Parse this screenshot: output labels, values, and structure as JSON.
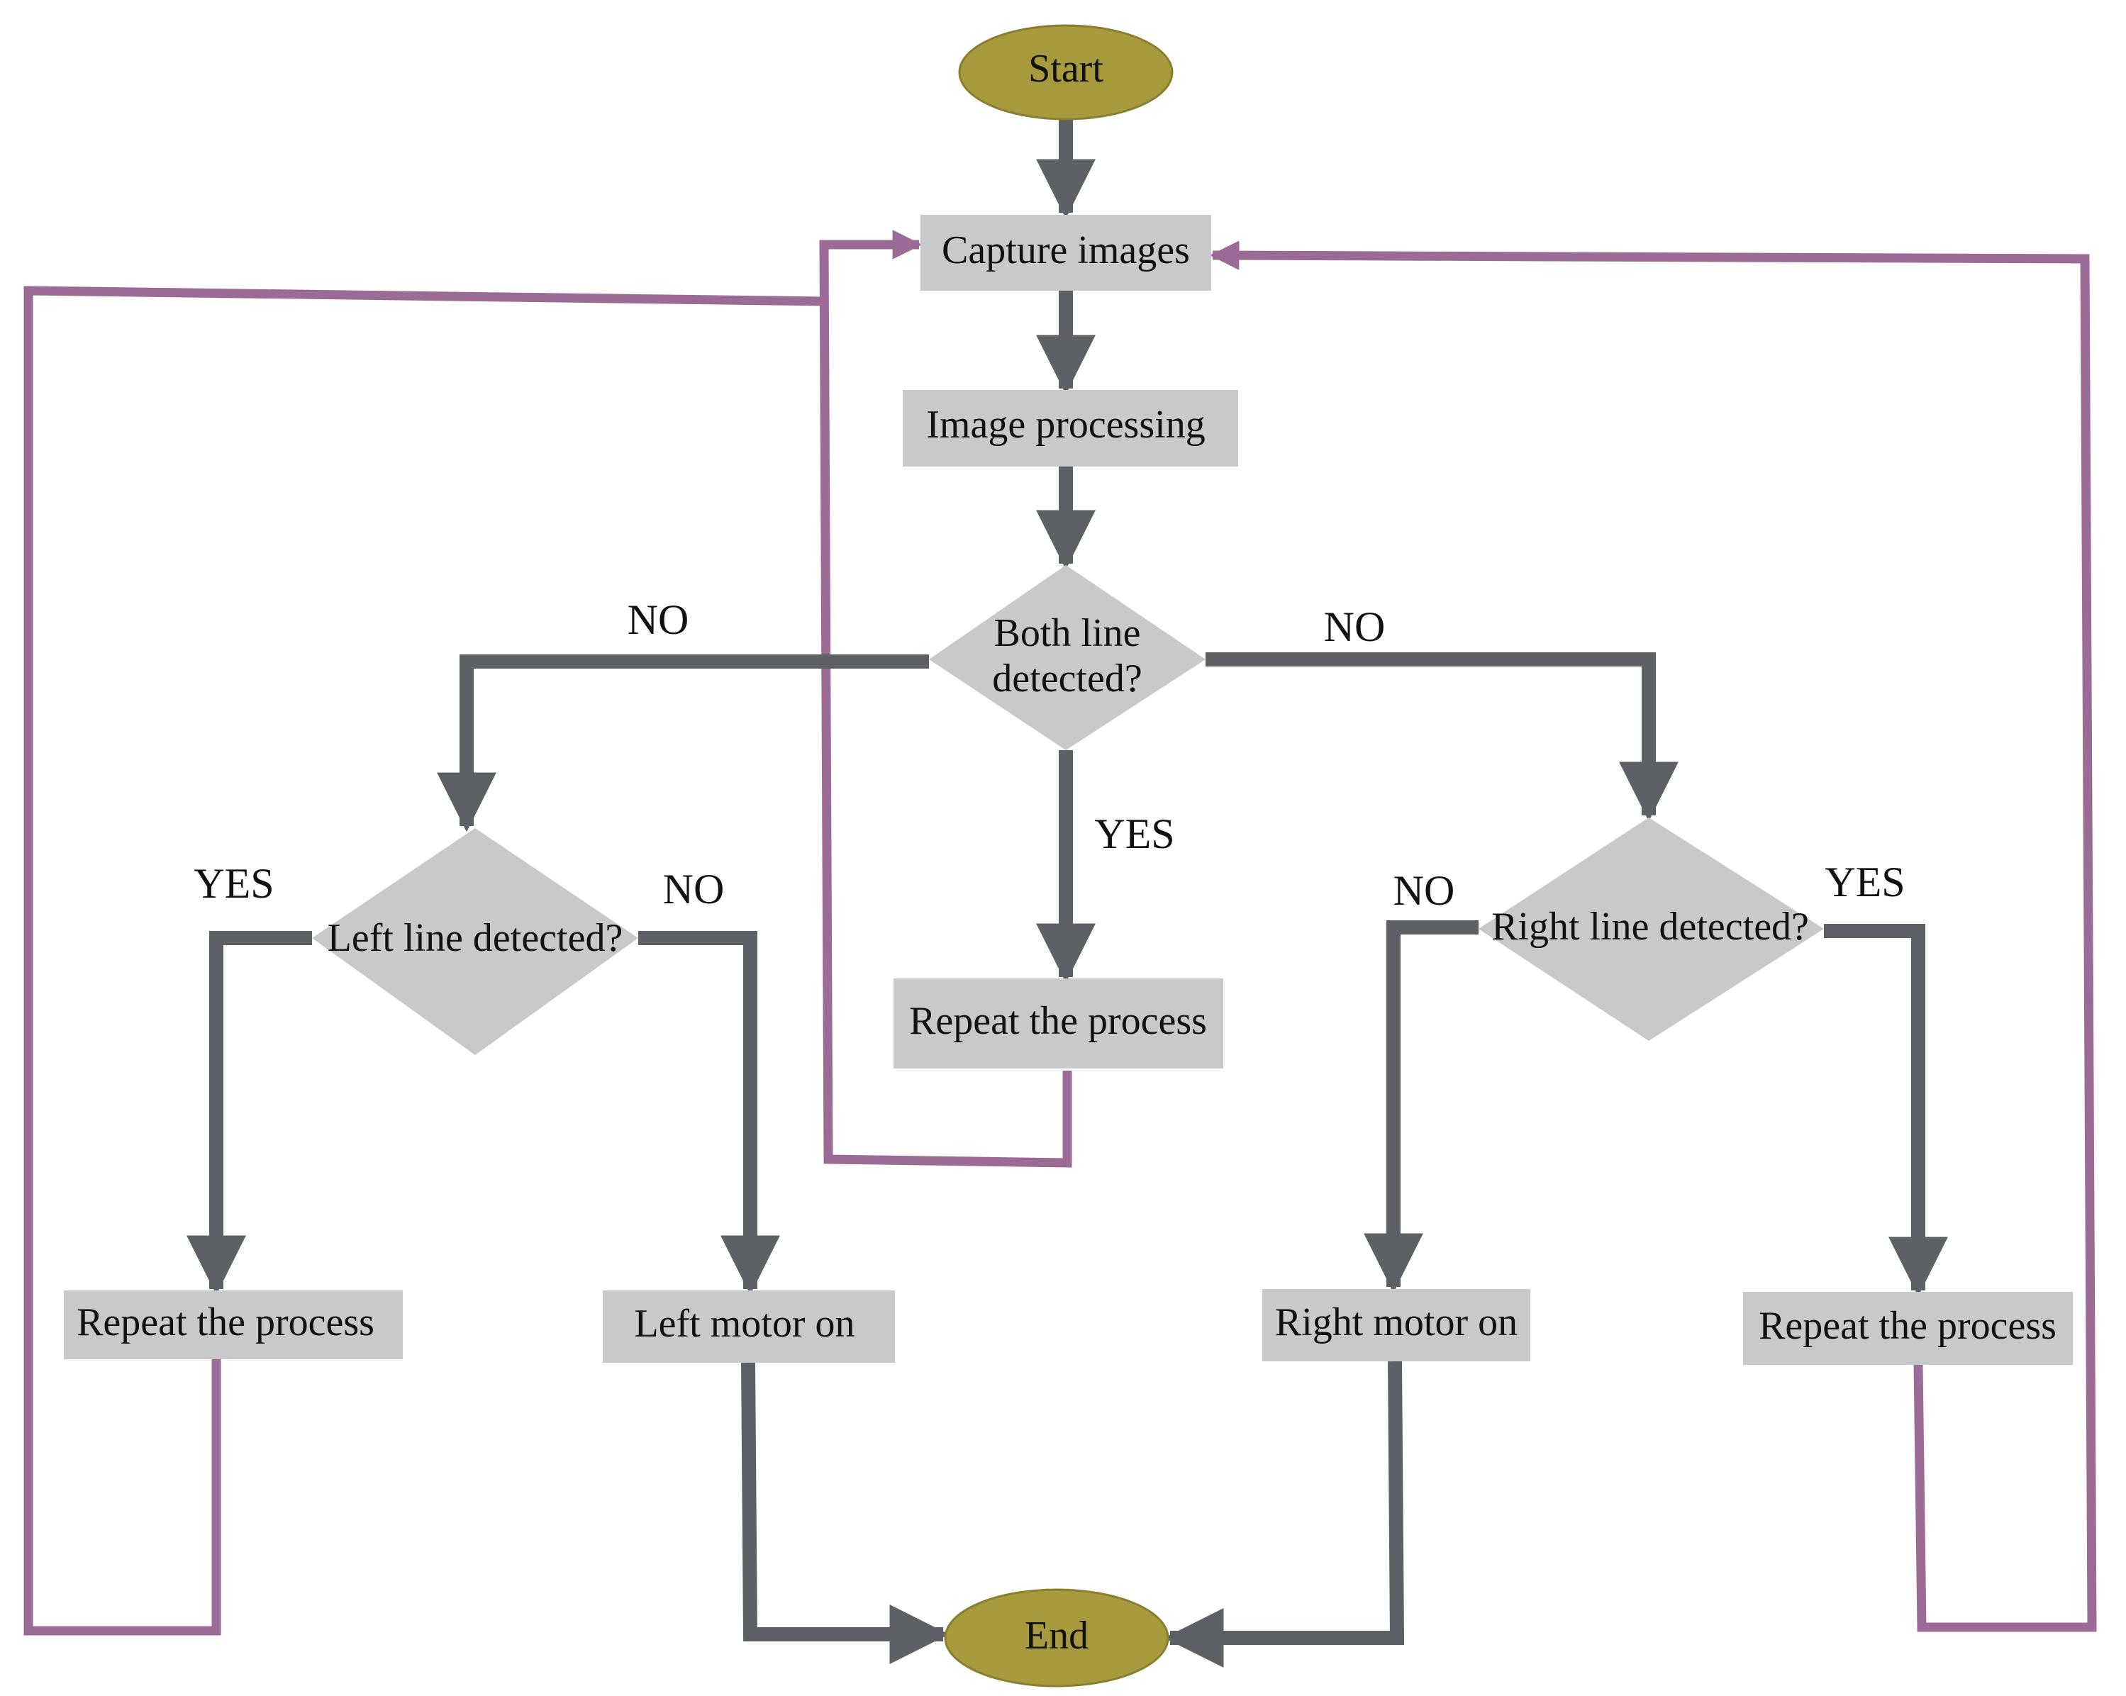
{
  "colors": {
    "terminal_fill": "#a69a3c",
    "box_fill": "#c8c9cb",
    "flow_arrow": "#5d6064",
    "loop_line": "#9b6b95"
  },
  "nodes": {
    "start": "Start",
    "capture": "Capture images",
    "processing": "Image processing",
    "both_decision_line1": "Both line",
    "both_decision_line2": "detected?",
    "left_decision": "Left line detected?",
    "right_decision": "Right line detected?",
    "repeat_center": "Repeat the process",
    "repeat_left": "Repeat the process",
    "repeat_right": "Repeat the process",
    "left_motor": "Left motor on",
    "right_motor": "Right motor on",
    "end": "End"
  },
  "edge_labels": {
    "both_no_left": "NO",
    "both_no_right": "NO",
    "both_yes": "YES",
    "left_yes": "YES",
    "left_no": "NO",
    "right_no": "NO",
    "right_yes": "YES"
  }
}
